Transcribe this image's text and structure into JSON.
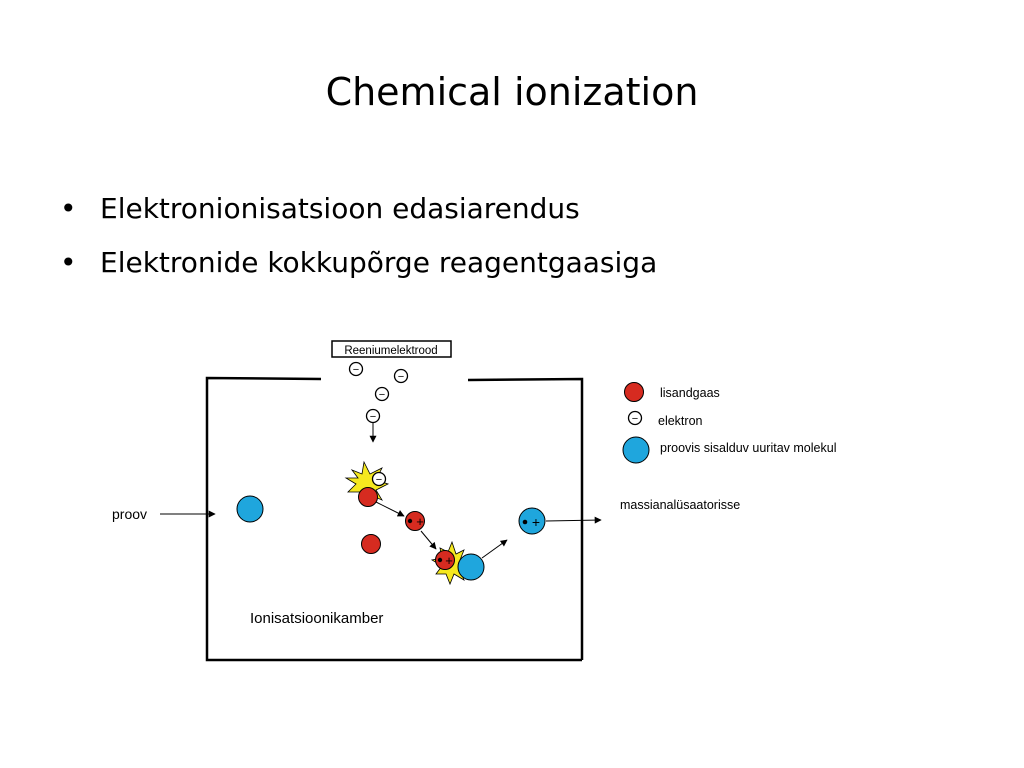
{
  "slide": {
    "title": "Chemical ionization",
    "bullets": [
      "Elektronionisatsioon edasiarendus",
      "Elektronide kokkupõrge reagentgaasiga"
    ]
  },
  "diagram": {
    "electrode_label": "Reeniumelektrood",
    "chamber_label": "Ionisatsioonikamber",
    "sample_label": "proov",
    "output_label": "massianalüsaatorisse",
    "electron_symbol": "−",
    "ion_symbol": "+",
    "legend": [
      {
        "key": "reagent",
        "label": "lisandgaas"
      },
      {
        "key": "electron",
        "label": "elektron"
      },
      {
        "key": "sample",
        "label": "proovis sisalduv uuritav molekul"
      }
    ],
    "colors": {
      "reagent": "#d62b20",
      "sample": "#1fa6dd",
      "spark": "#f5e81f",
      "line": "#000000"
    }
  }
}
